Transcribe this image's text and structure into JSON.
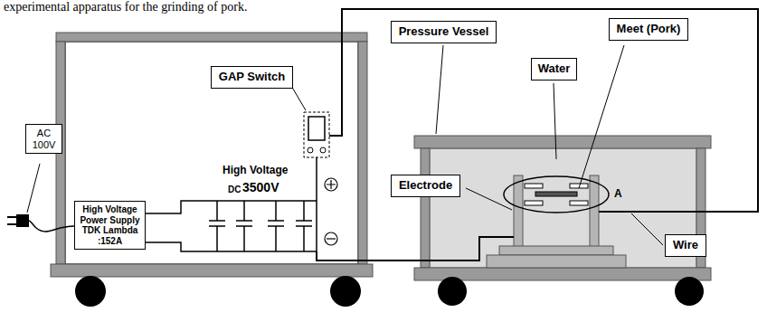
{
  "diagram": {
    "caption": "experimental apparatus for the grinding of pork.",
    "nodes": [
      {
        "text": [
          "AC 100V"
        ]
      },
      {
        "text": [
          "High Voltage Power Supply TDK Lambda :152A"
        ]
      },
      {
        "text": [
          "GAP Switch"
        ]
      },
      {
        "text": [
          "Pressure Vessel"
        ]
      },
      {
        "text": [
          "Water"
        ]
      },
      {
        "text": [
          "Meet (Pork)"
        ]
      },
      {
        "text": [
          "Electrode"
        ]
      },
      {
        "text": [
          "Wire"
        ]
      }
    ],
    "labels": [
      "High Voltage",
      "DC",
      "3500V",
      "A"
    ]
  }
}
